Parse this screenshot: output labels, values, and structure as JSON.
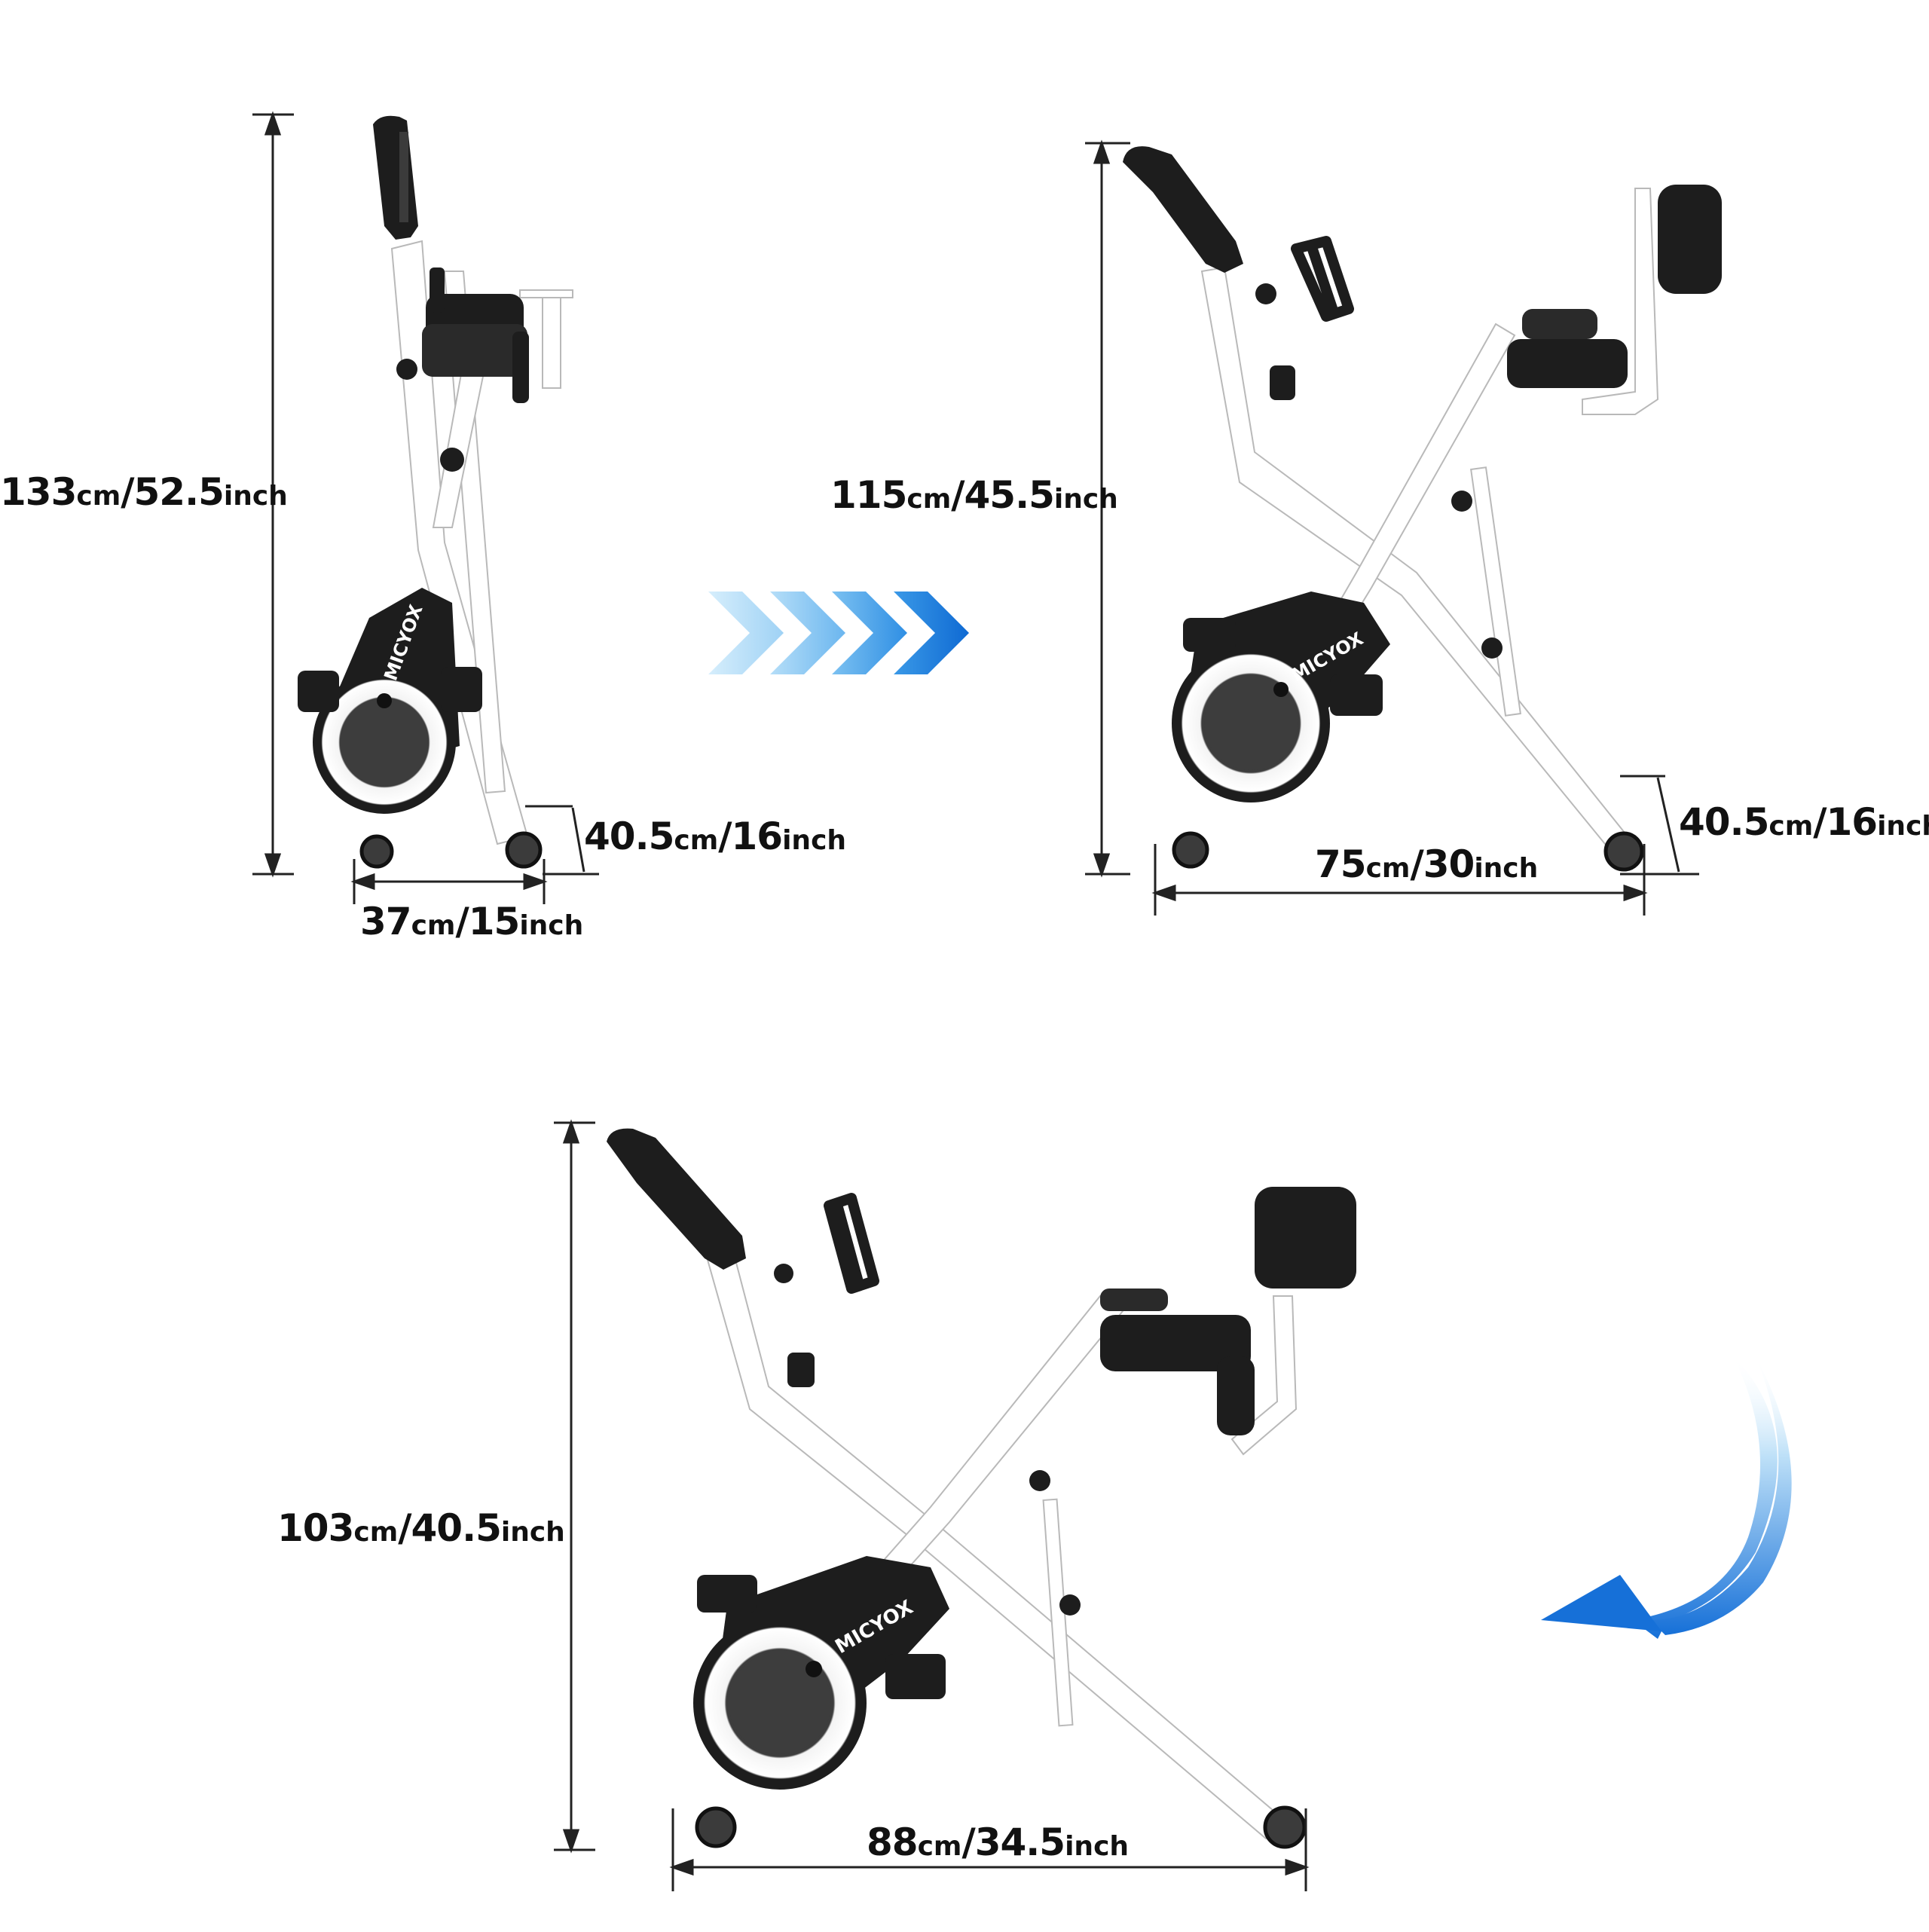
{
  "brand": "MICYOX",
  "colors": {
    "frame": "#ffffff",
    "frame_outline": "#b9b9b9",
    "dark": "#1d1d1d",
    "mid": "#3b3b3b",
    "dim_line": "#222222",
    "arrow_blue": "#1a73d9",
    "arrow_light": "#a9d8f7"
  },
  "dimensions": {
    "folded": {
      "height": {
        "value": "133",
        "unit1": "cm",
        "sep": "/",
        "value2": "52.5",
        "unit2": "inch"
      },
      "width": {
        "value": "37",
        "unit1": "cm",
        "sep": "/",
        "value2": "15",
        "unit2": "inch"
      },
      "seat": {
        "value": "40.5",
        "unit1": "cm",
        "sep": "/",
        "value2": "16",
        "unit2": "inch"
      }
    },
    "upright": {
      "height": {
        "value": "115",
        "unit1": "cm",
        "sep": "/",
        "value2": "45.5",
        "unit2": "inch"
      },
      "length": {
        "value": "75",
        "unit1": "cm",
        "sep": "/",
        "value2": "30",
        "unit2": "inch"
      },
      "seat": {
        "value": "40.5",
        "unit1": "cm",
        "sep": "/",
        "value2": "16",
        "unit2": "inch"
      }
    },
    "recumbent": {
      "height": {
        "value": "103",
        "unit1": "cm",
        "sep": "/",
        "value2": "40.5",
        "unit2": "inch"
      },
      "length": {
        "value": "88",
        "unit1": "cm",
        "sep": "/",
        "value2": "34.5",
        "unit2": "inch"
      }
    }
  },
  "icons": [
    "chevron-right-icon",
    "curved-arrow-icon"
  ]
}
